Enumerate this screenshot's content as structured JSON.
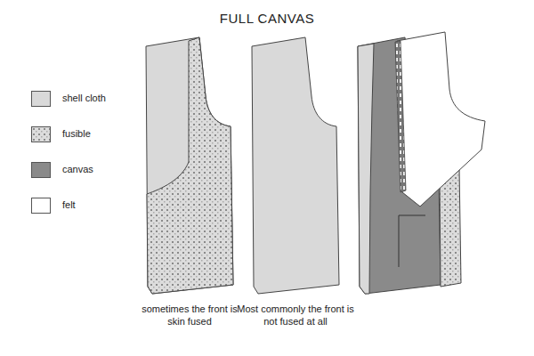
{
  "diagram": {
    "title": "FULL CANVAS",
    "labels": [
      "sometimes the front is skin fused",
      "Most commonly the front is not fused at all"
    ],
    "legend": [
      {
        "text": "shell cloth",
        "color": "#d9d9d9"
      },
      {
        "text": "fusible"
      },
      {
        "text": "canvas",
        "color": "#8a8a8a"
      },
      {
        "text": "felt",
        "color": "#ffffff"
      }
    ]
  }
}
